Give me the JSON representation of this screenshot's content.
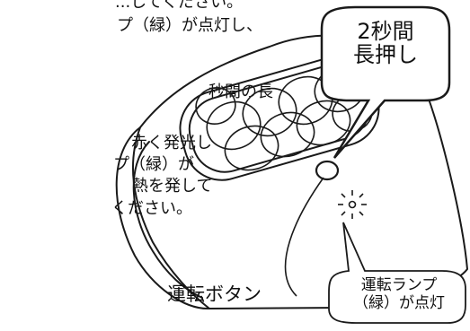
{
  "background_text": [
    "...してください。",
    "プ（緑）が点灯し、",
    "秒間の長",
    "赤く発光し",
    "プ（緑）が",
    "熱を発して",
    "ください。"
  ],
  "callout_press": {
    "line1": "2秒間",
    "line2": "長押し"
  },
  "run_button_label": "運転ボタン",
  "lamp_callout": {
    "line1": "運転ランプ",
    "line2": "（緑）が点灯"
  },
  "colors": {
    "ink": "#1a1a1a",
    "paper": "#ffffff"
  }
}
